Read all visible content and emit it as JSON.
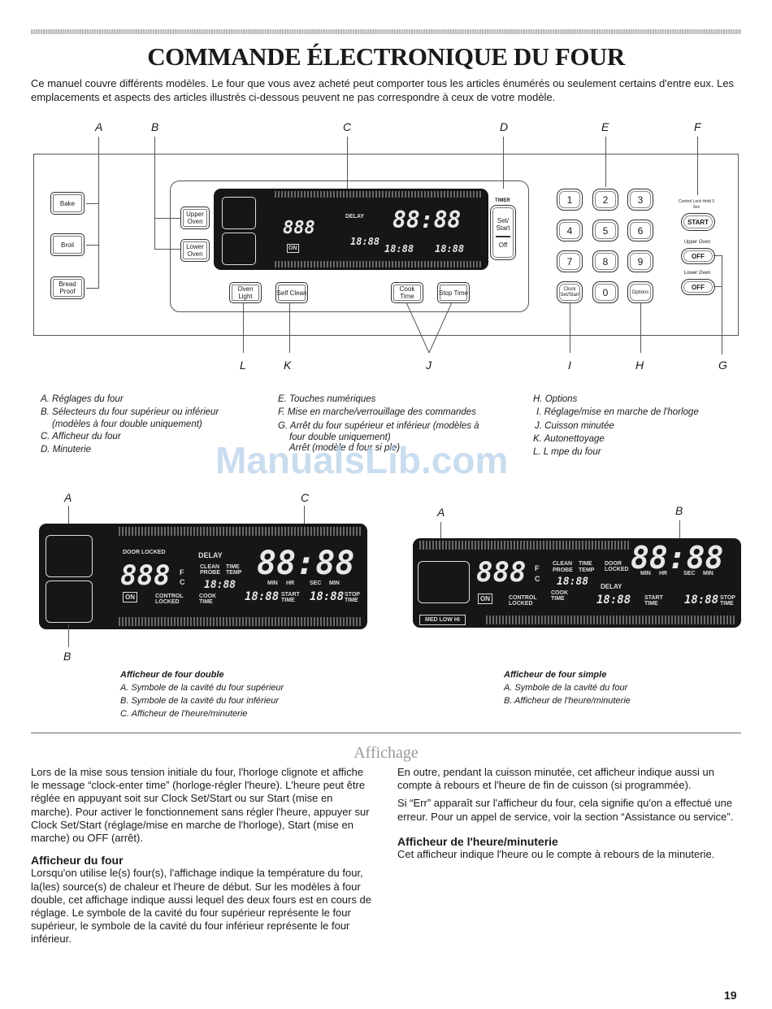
{
  "title": "COMMANDE ÉLECTRONIQUE DU FOUR",
  "intro": "Ce manuel couvre différents modèles. Le four que vous avez acheté peut comporter tous les articles énumérés ou seulement certains d'entre eux. Les emplacements et aspects des articles illustrés ci-dessous peuvent ne pas correspondre à ceux de votre modèle.",
  "callouts_top": [
    "A",
    "B",
    "C",
    "D",
    "E",
    "F"
  ],
  "callouts_bottom": [
    "L",
    "K",
    "J",
    "I",
    "H",
    "G"
  ],
  "panel": {
    "left_buttons": [
      "Bake",
      "Broil",
      "Bread Proof"
    ],
    "oven_buttons": [
      "Upper Oven",
      "Lower Oven"
    ],
    "bottom_buttons": [
      "Oven Light",
      "Self Clean",
      "Cook Time",
      "Stop Time"
    ],
    "timer_label": "TIMER",
    "timer_set": "Set/ Start",
    "timer_off": "Off",
    "keypad": [
      "1",
      "2",
      "3",
      "4",
      "5",
      "6",
      "7",
      "8",
      "9"
    ],
    "clock_btn": "Clock Set/Start",
    "zero": "0",
    "options_btn": "Options",
    "control_lock": "Control Lock Hold 3 Sec",
    "start": "START",
    "upper_oven": "Upper Oven",
    "lower_oven": "Lower Oven",
    "off": "OFF"
  },
  "display": {
    "door_locked": "DOOR LOCKED",
    "delay": "DELAY",
    "clean": "CLEAN",
    "probe": "PROBE",
    "time": "TIME",
    "temp": "TEMP",
    "temp_digits": "888",
    "clock_digits": "88:88",
    "small_digits": "18:88",
    "min": "MIN",
    "hr": "HR",
    "sec": "SEC",
    "on": "ON",
    "control_locked": "CONTROL LOCKED",
    "cook_time": "COOK TIME",
    "start_time": "START TIME",
    "stop_time": "STOP TIME",
    "f": "F",
    "c": "C",
    "med_low_hi": "MED LOW HI"
  },
  "legend": {
    "col1": [
      "A. Réglages du four",
      "B. Sélecteurs du four supérieur ou inférieur",
      "(modèles à four double uniquement)",
      "C. Afficheur du four",
      "D. Minuterie"
    ],
    "col2": [
      "E. Touches numériques",
      "F. Mise en marche/verrouillage des commandes",
      "G. Arrêt du four supérieur et inférieur (modèles à",
      "four double uniquement)",
      "Arrêt (modèle d  four si  ple)"
    ],
    "col3": [
      "H. Options",
      "I. Réglage/mise en marche de l'horloge",
      "J. Cuisson minutée",
      "K. Autonettoyage",
      "L. L   mpe du four"
    ]
  },
  "watermark": "ManualsLib.com",
  "double_display": {
    "labels": [
      "A",
      "C",
      "B"
    ],
    "caption_title": "Afficheur de four double",
    "caption": [
      "A. Symbole de la cavité du four supérieur",
      "B. Symbole de la cavité du four inférieur",
      "C. Afficheur de l'heure/minuterie"
    ]
  },
  "single_display": {
    "labels": [
      "A",
      "B"
    ],
    "caption_title": "Afficheur de four simple",
    "caption": [
      "A. Symbole de la cavité du four",
      "B. Afficheur de l'heure/minuterie"
    ]
  },
  "section_title": "Affichage",
  "col_left": {
    "p1": "Lors de la mise sous tension initiale du four, l'horloge clignote et affiche le message “clock-enter time” (horloge-régler l'heure). L'heure peut être réglée en appuyant soit sur Clock Set/Start ou sur Start (mise en marche). Pour activer le fonctionnement sans régler l'heure, appuyer sur Clock Set/Start (réglage/mise en marche de l'horloge), Start (mise en marche) ou OFF (arrêt).",
    "h": "Afficheur du four",
    "p2": "Lorsqu'on utilise le(s) four(s), l'affichage indique la température du four, la(les) source(s) de chaleur et l'heure de début. Sur les modèles à four double, cet affichage indique aussi lequel des deux fours est en cours de réglage. Le symbole de la cavité du four supérieur représente le four supérieur, le symbole de la cavité du four inférieur représente le four inférieur."
  },
  "col_right": {
    "p1": "En outre, pendant la cuisson minutée, cet afficheur indique aussi un compte à rebours et l'heure de fin de cuisson (si programmée).",
    "p2": "Si “Err” apparaît sur l'afficheur du four, cela signifie qu'on a effectué une erreur. Pour un appel de service, voir la section “Assistance ou service”.",
    "h": "Afficheur de l'heure/minuterie",
    "p3": "Cet afficheur indique l'heure ou le compte à rebours de la minuterie."
  },
  "page_number": "19"
}
